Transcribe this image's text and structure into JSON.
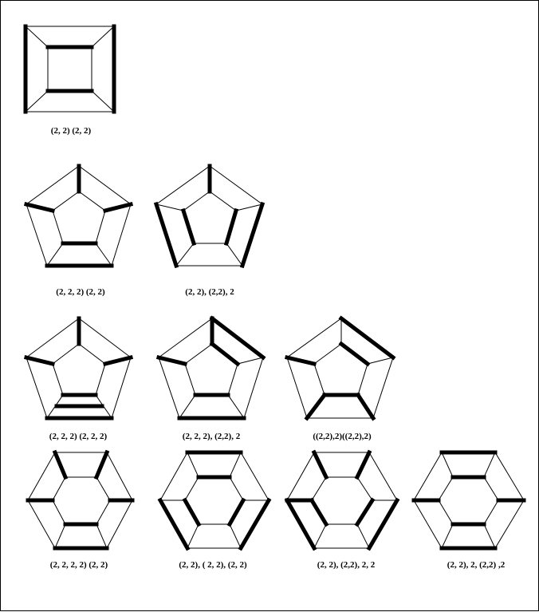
{
  "labels": {
    "fig1": "(2, 2) (2, 2)",
    "fig2": "(2, 2, 2) (2, 2)",
    "fig3": "(2, 2), (2,2), 2",
    "fig4": "(2, 2, 2) (2, 2, 2)",
    "fig5": "(2, 2, 2), (2,2), 2",
    "fig6": "((2,2),2)((2,2),2)",
    "fig7": "(2, 2, 2, 2) (2, 2)",
    "fig8": "(2, 2), ( 2, 2), (2, 2)",
    "fig9": "(2, 2), (2,2), 2, 2",
    "fig10": "(2, 2), 2, (2,2) ,2"
  }
}
